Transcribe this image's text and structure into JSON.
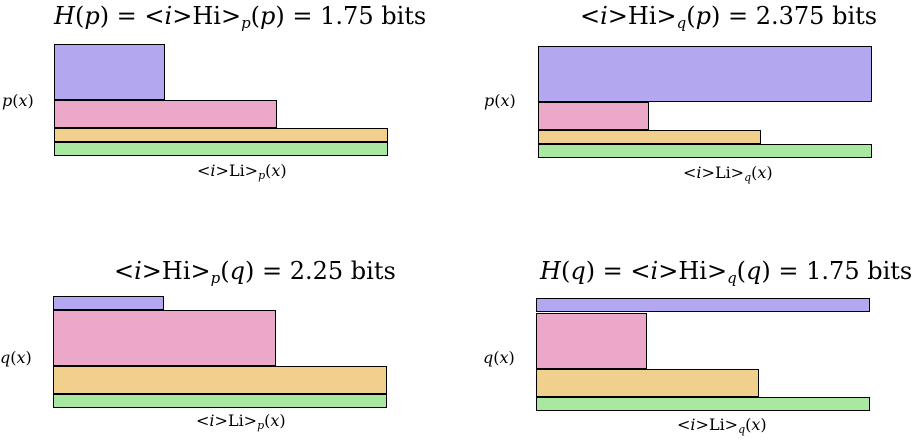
{
  "palette": [
    "#b3a8f0",
    "#eba8c8",
    "#f0d08c",
    "#a8e8a0"
  ],
  "panels": [
    {
      "title": "H(p) = H_p(p) = 1.75 bits",
      "ylabel": "p(x)",
      "xlabel": "L_p(x)",
      "probs": [
        0.5,
        0.25,
        0.125,
        0.125
      ],
      "lengths": [
        1,
        2,
        3,
        3
      ]
    },
    {
      "title": "H_q(p) = 2.375 bits",
      "ylabel": "p(x)",
      "xlabel": "L_q(x)",
      "probs": [
        0.5,
        0.25,
        0.125,
        0.125
      ],
      "lengths": [
        3,
        1,
        2,
        3
      ]
    },
    {
      "title": "H_p(q) = 2.25 bits",
      "ylabel": "q(x)",
      "xlabel": "L_p(x)",
      "probs": [
        0.125,
        0.5,
        0.25,
        0.125
      ],
      "lengths": [
        1,
        2,
        3,
        3
      ]
    },
    {
      "title": "H(q) = H_q(q) = 1.75 bits",
      "ylabel": "q(x)",
      "xlabel": "L_q(x)",
      "probs": [
        0.125,
        0.5,
        0.25,
        0.125
      ],
      "lengths": [
        3,
        1,
        2,
        3
      ]
    }
  ]
}
